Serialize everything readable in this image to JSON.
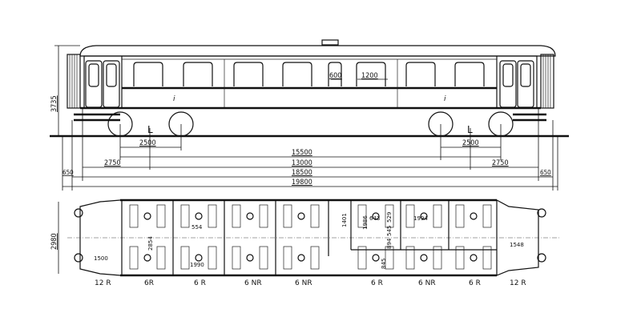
{
  "elevation": {
    "height_dim": "3735",
    "window_width": "600",
    "window_width_wide": "1200",
    "class_marks": [
      "i",
      "i"
    ],
    "bogie_marks": [
      "L",
      "L"
    ]
  },
  "length_dims": {
    "bogie_wheelbase_left": "2500",
    "bogie_wheelbase_right": "2500",
    "bogie_centres": "15500",
    "body_inner": "13000",
    "overhang_left": "2750",
    "overhang_right": "2750",
    "body_length": "18500",
    "buffer_left": "650",
    "buffer_right": "650",
    "overall_length": "19800"
  },
  "plan": {
    "width_dim": "2980",
    "inner_dims": [
      "2854",
      "554",
      "1990",
      "1500",
      "1401",
      "1986",
      "643",
      "529",
      "545",
      "894",
      "1994",
      "845",
      "1548"
    ],
    "seating_labels": [
      "12 R",
      "6R",
      "6 R",
      "6 NR",
      "6 NR",
      "6 R",
      "6 NR",
      "6 R",
      "12 R"
    ]
  }
}
